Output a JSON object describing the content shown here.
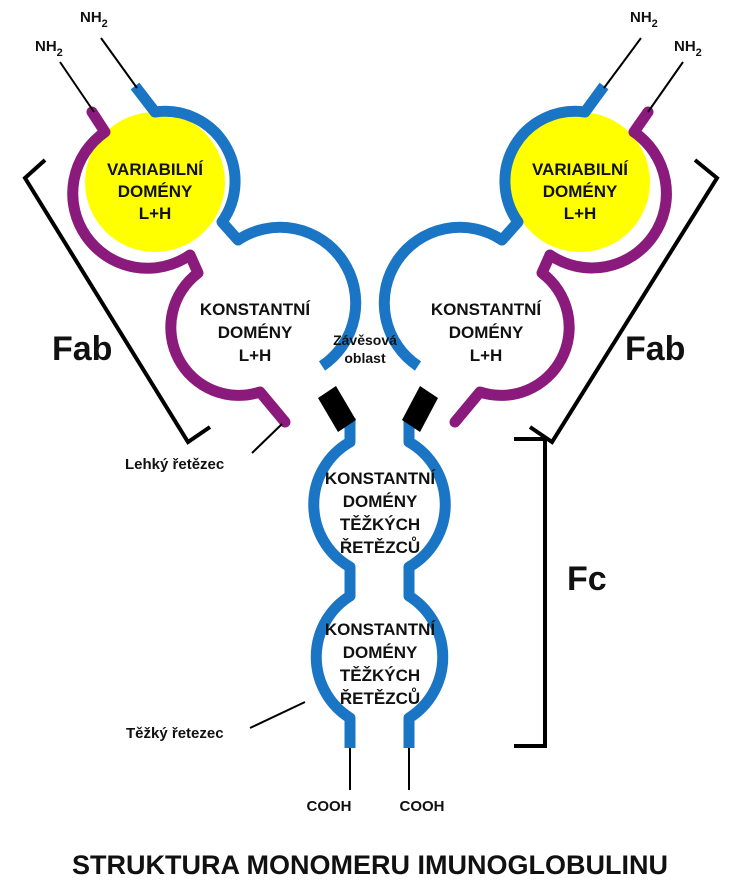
{
  "colors": {
    "heavy_chain": "#1a75c4",
    "light_chain": "#8b1a7d",
    "variable_fill": "#ffff00",
    "hinge": "#000000",
    "lines": "#000000"
  },
  "labels": {
    "nh2": "NH",
    "nh2_sub": "2",
    "cooh": "COOH",
    "variable_line1": "VARIABILNÍ",
    "variable_line2": "DOMÉNY",
    "variable_line3": "L+H",
    "constant_lh_line1": "KONSTANTNÍ",
    "constant_lh_line2": "DOMÉNY",
    "constant_lh_line3": "L+H",
    "constant_heavy_line1": "KONSTANTNÍ",
    "constant_heavy_line2": "DOMÉNY",
    "constant_heavy_line3": "TĚŽKÝCH",
    "constant_heavy_line4": "ŘETĚZCŮ",
    "fab": "Fab",
    "fc": "Fc",
    "hinge_line1": "Závěsová",
    "hinge_line2": "oblast",
    "light_chain": "Lehký řetězec",
    "heavy_chain": "Těžký řetezec",
    "title": "STRUKTURA MONOMERU IMUNOGLOBULINU"
  }
}
